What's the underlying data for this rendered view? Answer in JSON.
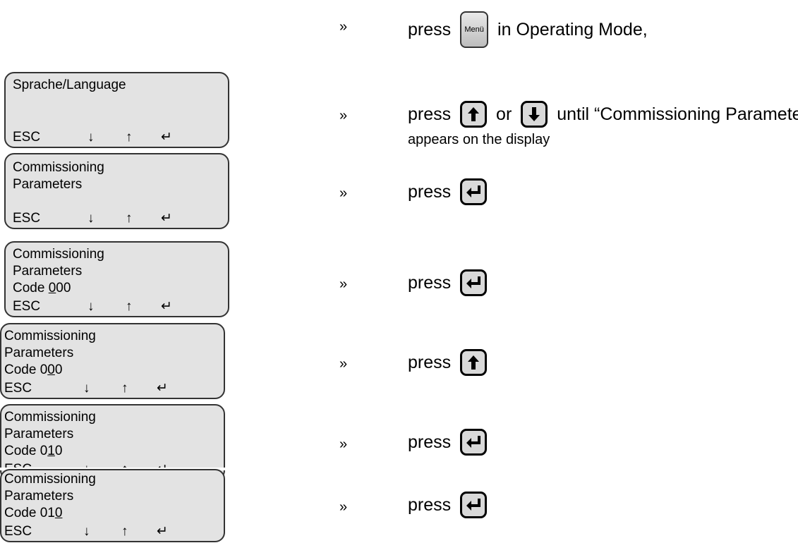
{
  "steps": [
    {
      "lcd": null,
      "bullet": "»",
      "instruction": {
        "prefix": "press",
        "key": "Menü",
        "suffix": "in Operating Mode,"
      }
    },
    {
      "lcd": {
        "lines": [
          "Sprache/Language",
          "",
          ""
        ],
        "softkeys": [
          "ESC",
          "↓",
          "↑",
          "↵"
        ]
      },
      "bullet": "»",
      "instruction": {
        "prefix": "press",
        "or": "or",
        "suffix": "until “Commissioning Parameters”",
        "line2": "appears on the display"
      }
    },
    {
      "lcd": {
        "lines": [
          "Commissioning",
          "Parameters",
          ""
        ],
        "softkeys": [
          "ESC",
          "↓",
          "↑",
          "↵"
        ]
      },
      "bullet": "»",
      "instruction": {
        "prefix": "press",
        "key": "enter-key-icon"
      }
    },
    {
      "lcd": {
        "lines": [
          "Commissioning",
          "Parameters",
          "Code 000"
        ],
        "underline_index": 0,
        "softkeys": [
          "ESC",
          "↓",
          "↑",
          "↵"
        ]
      },
      "bullet": "»",
      "instruction": {
        "prefix": "press",
        "key": "enter-key-icon"
      }
    },
    {
      "lcd": {
        "lines": [
          "Commissioning",
          "Parameters",
          "Code 000"
        ],
        "underline_index": 1,
        "softkeys": [
          "ESC",
          "↓",
          "↑",
          "↵"
        ]
      },
      "bullet": "»",
      "instruction": {
        "prefix": "press",
        "key": "up-arrow-key-icon"
      }
    },
    {
      "lcd": {
        "lines": [
          "Commissioning",
          "Parameters",
          "Code 010"
        ],
        "underline_index": 1,
        "softkeys": [
          "ESC",
          "↓",
          "↑",
          "↵"
        ]
      },
      "bullet": "»",
      "instruction": {
        "prefix": "press",
        "key": "enter-key-icon"
      }
    },
    {
      "lcd": {
        "lines": [
          "Commissioning",
          "Parameters",
          "Code 010"
        ],
        "underline_index": 2,
        "softkeys": [
          "ESC",
          "↓",
          "↑",
          "↵"
        ]
      },
      "bullet": "»",
      "instruction": {
        "prefix": "press",
        "key": "enter-key-icon"
      }
    }
  ],
  "code_prefix": "Code "
}
